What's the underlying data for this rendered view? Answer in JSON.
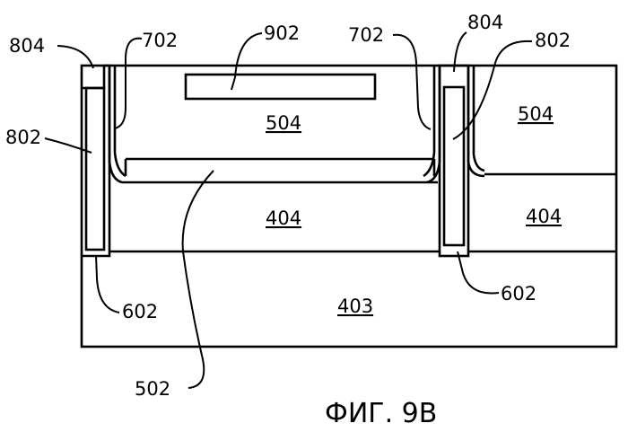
{
  "labels": {
    "l804_left": "804",
    "l702_left": "702",
    "l902": "902",
    "l702_right": "702",
    "l804_right": "804",
    "l802_right": "802",
    "l802_left": "802",
    "l504_center": "504",
    "l504_right": "504",
    "l404_center": "404",
    "l404_right": "404",
    "l403": "403",
    "l602_left": "602",
    "l602_right": "602",
    "l502": "502"
  },
  "caption": "ФИГ. 9В"
}
